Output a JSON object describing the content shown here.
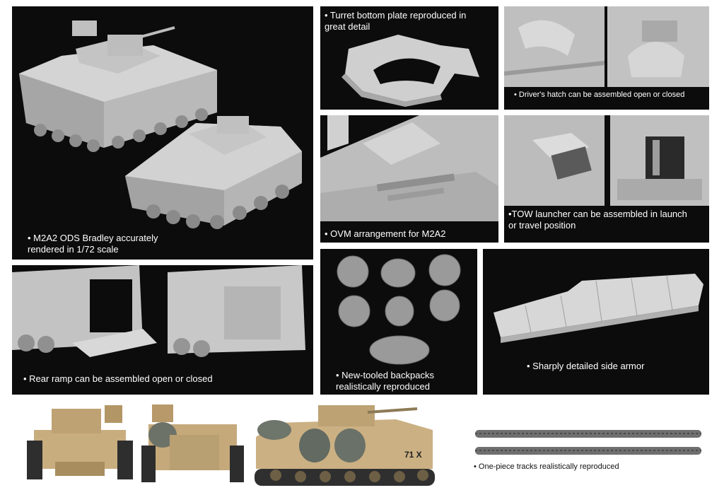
{
  "colors": {
    "panel_bg": "#0c0c0c",
    "render_grey": "#c9c9c9",
    "render_shadow": "#8e8e8e",
    "desert_tan": "#c9ae80",
    "caption_text": "#ffffff"
  },
  "captions": {
    "main": "• M2A2 ODS Bradley accurately\nrendered in 1/72 scale",
    "turret_plate": "• Turret bottom plate reproduced in\ngreat detail",
    "drivers_hatch": "• Driver's hatch can be assembled open or closed",
    "ovm": "• OVM arrangement for M2A2",
    "tow": "•TOW launcher can be assembled in launch\nor travel position",
    "rear_ramp": "• Rear ramp can be assembled open or closed",
    "backpacks": "• New-tooled backpacks\nrealistically reproduced",
    "side_armor": "• Sharply detailed side armor",
    "tracks": "• One-piece tracks realistically reproduced"
  },
  "markings": {
    "hull_number": "71 X"
  }
}
